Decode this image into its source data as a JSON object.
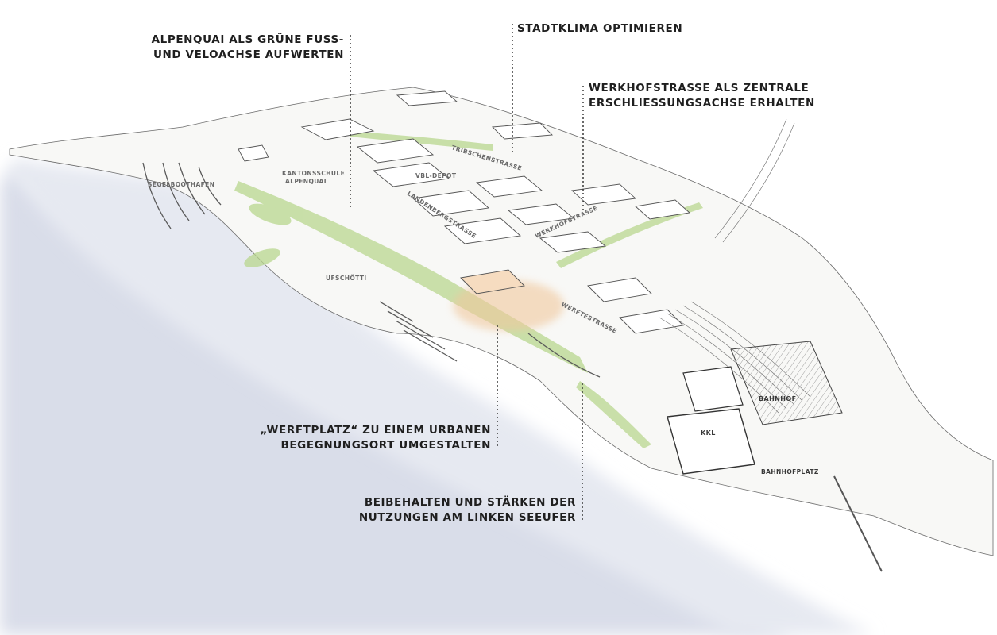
{
  "callouts": {
    "alpenquai": {
      "line1": "ALPENQUAI ALS GRÜNE FUSS-",
      "line2": "UND VELOACHSE AUFWERTEN"
    },
    "stadtklima": {
      "line1": "STADTKLIMA OPTIMIEREN"
    },
    "werkhofstrasse": {
      "line1": "WERKHOFSTRASSE ALS ZENTRALE",
      "line2": "ERSCHLIESSUNGSACHSE ERHALTEN"
    },
    "werftplatz": {
      "line1": "„WERFTPLATZ“ ZU EINEM URBANEN",
      "line2": "BEGEGNUNGSORT UMGESTALTEN"
    },
    "seeufer": {
      "line1": "BEIBEHALTEN UND STÄRKEN DER",
      "line2": "NUTZUNGEN AM LINKEN SEEUFER"
    }
  },
  "map_labels": {
    "segelboothafen": "SEGELBOOTHAFEN",
    "kantonsschule_1": "KANTONSSCHULE",
    "kantonsschule_2": "ALPENQUAI",
    "vbl_depot": "VBL-DEPOT",
    "tribschenstrasse": "TRIBSCHENSTRASSE",
    "landenbergstrasse": "LANDENBERGSTRASSE",
    "werkhofstrasse": "WERKHOFSTRASSE",
    "ufschoetti": "UFSCHÖTTI",
    "werftestrasse": "WERFTESTRASSE",
    "bahnhof": "BAHNHOF",
    "kkl": "KKL",
    "bahnhofplatz": "BAHNHOFPLATZ"
  },
  "colors": {
    "water": "#d7dbe8",
    "land": "#f7f7f5",
    "greenery": "#b7d68e",
    "werftplatz_highlight": "#f1c9a0",
    "linework": "#555555"
  }
}
